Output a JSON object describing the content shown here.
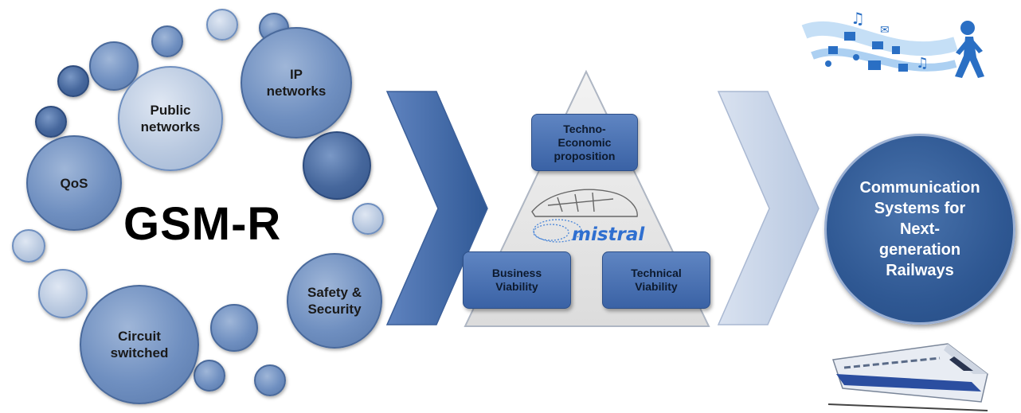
{
  "bubbles": {
    "ip": "IP\nnetworks",
    "public": "Public\nnetworks",
    "qos": "QoS",
    "safety": "Safety &\nSecurity",
    "circuit": "Circuit\nswitched"
  },
  "center_title": "GSM-R",
  "pyramid": {
    "top": "Techno-\nEconomic\nproposition",
    "left": "Business\nViability",
    "right": "Technical\nViability",
    "logo": "mistral"
  },
  "outcome": "Communication\nSystems for\nNext-\ngeneration\nRailways",
  "icons": [
    "person-walking-with-media-icons",
    "high-speed-train-icon"
  ],
  "colors": {
    "dark_blue": "#34558a",
    "mid_blue": "#6f8fc0",
    "light_blue": "#b9c9e0",
    "logo_blue": "#2f6fd0"
  }
}
